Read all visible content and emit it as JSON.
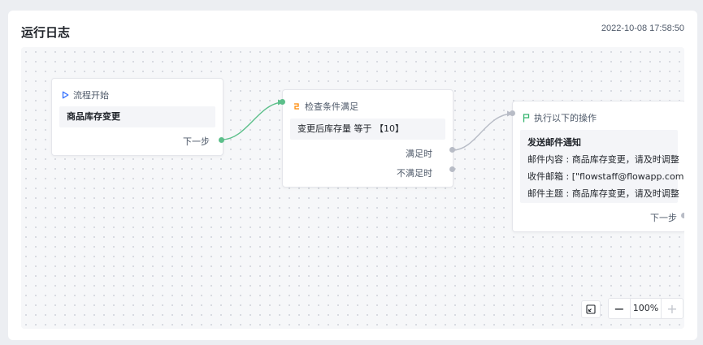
{
  "page": {
    "title": "运行日志",
    "timestamp": "2022-10-08 17:58:50"
  },
  "colors": {
    "start_icon": "#3370ff",
    "condition_icon": "#ff8800",
    "action_icon": "#34b36d",
    "connector_active": "#5cbf8a",
    "connector_inactive": "#b8bcc6"
  },
  "nodes": {
    "start": {
      "icon": "play-outline-icon",
      "header": "流程开始",
      "content": "商品库存变更",
      "port_next": "下一步"
    },
    "condition": {
      "icon": "branch-icon",
      "header": "检查条件满足",
      "content": "变更后库存量 等于 【10】",
      "port_true": "满足时",
      "port_false": "不满足时"
    },
    "action": {
      "icon": "flag-icon",
      "header": "执行以下的操作",
      "box_title": "发送邮件通知",
      "lines": [
        "邮件内容 : 商品库存变更，请及时调整",
        "收件邮箱 : [\"flowstaff@flowapp.com\"]",
        "邮件主题 : 商品库存变更，请及时调整"
      ],
      "port_next": "下一步"
    }
  },
  "zoom": {
    "fit_icon": "fit-view-icon",
    "minus": "−",
    "value": "100%",
    "plus": "+"
  }
}
